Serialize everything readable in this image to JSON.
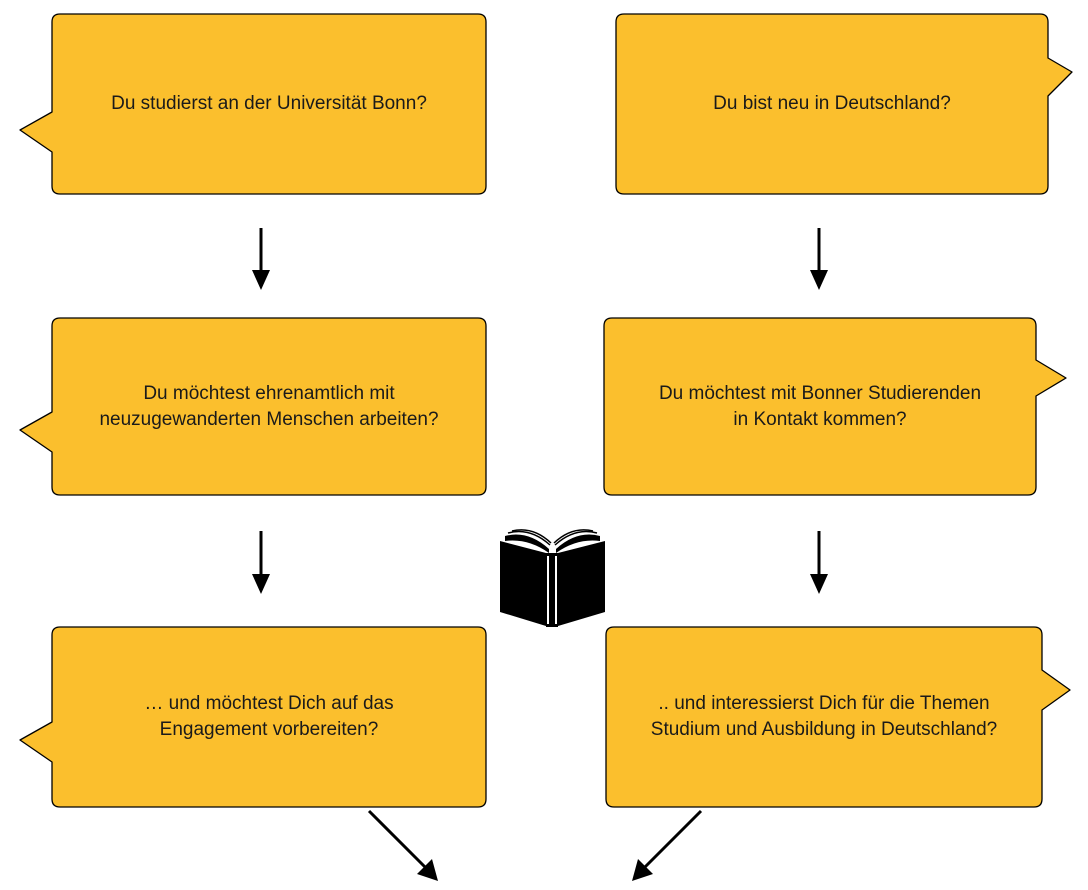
{
  "colors": {
    "bubble_fill": "#fbbf2d",
    "bubble_stroke": "#000000",
    "arrow": "#000000"
  },
  "center_icon": "open-book-icon",
  "left_column": [
    {
      "text": "Du studierst an der Universität Bonn?"
    },
    {
      "text": "Du möchtest ehrenamtlich mit\nneuzugewanderten Menschen arbeiten?"
    },
    {
      "text": "… und möchtest Dich auf das\nEngagement vorbereiten?"
    }
  ],
  "right_column": [
    {
      "text": "Du bist neu in Deutschland?"
    },
    {
      "text": "Du möchtest mit Bonner Studierenden\nin Kontakt kommen?"
    },
    {
      "text": ".. und interessierst Dich für die Themen\nStudium und Ausbildung in Deutschland?"
    }
  ]
}
